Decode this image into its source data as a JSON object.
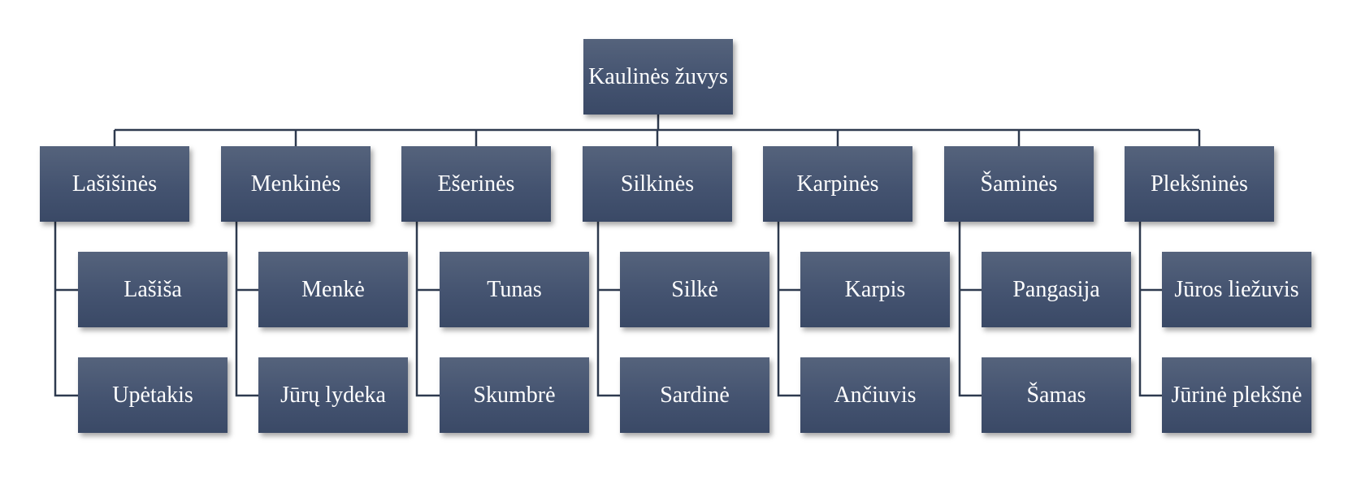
{
  "diagram": {
    "root": "Kaulinės žuvys",
    "categories": [
      {
        "label": "Lašišinės",
        "children": [
          "Lašiša",
          "Upėtakis"
        ]
      },
      {
        "label": "Menkinės",
        "children": [
          "Menkė",
          "Jūrų lydeka"
        ]
      },
      {
        "label": "Ešerinės",
        "children": [
          "Tunas",
          "Skumbrė"
        ]
      },
      {
        "label": "Silkinės",
        "children": [
          "Silkė",
          "Sardinė"
        ]
      },
      {
        "label": "Karpinės",
        "children": [
          "Karpis",
          "Ančiuvis"
        ]
      },
      {
        "label": "Šaminės",
        "children": [
          "Pangasija",
          "Šamas"
        ]
      },
      {
        "label": "Plekšninės",
        "children": [
          "Jūros liežuvis",
          "Jūrinė plekšnė"
        ]
      }
    ]
  },
  "colors": {
    "node_fill": "#445370",
    "node_text": "#ffffff",
    "connector": "#2e3a4f"
  }
}
